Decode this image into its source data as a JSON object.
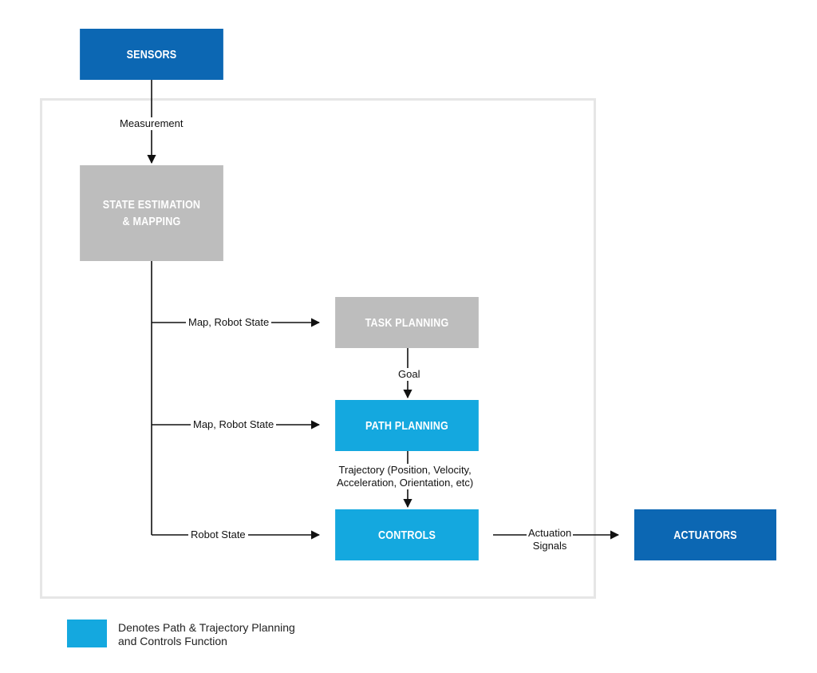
{
  "nodes": {
    "sensors": "SENSORS",
    "state_estimation": "STATE ESTIMATION\n& MAPPING",
    "task_planning": "TASK PLANNING",
    "path_planning": "PATH PLANNING",
    "controls": "CONTROLS",
    "actuators": "ACTUATORS"
  },
  "edges": {
    "measurement": "Measurement",
    "map_robot_state_task": "Map, Robot State",
    "goal": "Goal",
    "map_robot_state_path": "Map, Robot State",
    "trajectory_line1": "Trajectory (Position, Velocity,",
    "trajectory_line2": "Acceleration, Orientation, etc)",
    "robot_state": "Robot State",
    "actuation_line1": "Actuation",
    "actuation_line2": "Signals"
  },
  "legend": {
    "text_line1": "Denotes Path & Trajectory Planning",
    "text_line2": "and Controls Function"
  },
  "colors": {
    "dark_blue": "#0c67b3",
    "light_blue": "#14a8df",
    "gray": "#bdbdbd"
  }
}
